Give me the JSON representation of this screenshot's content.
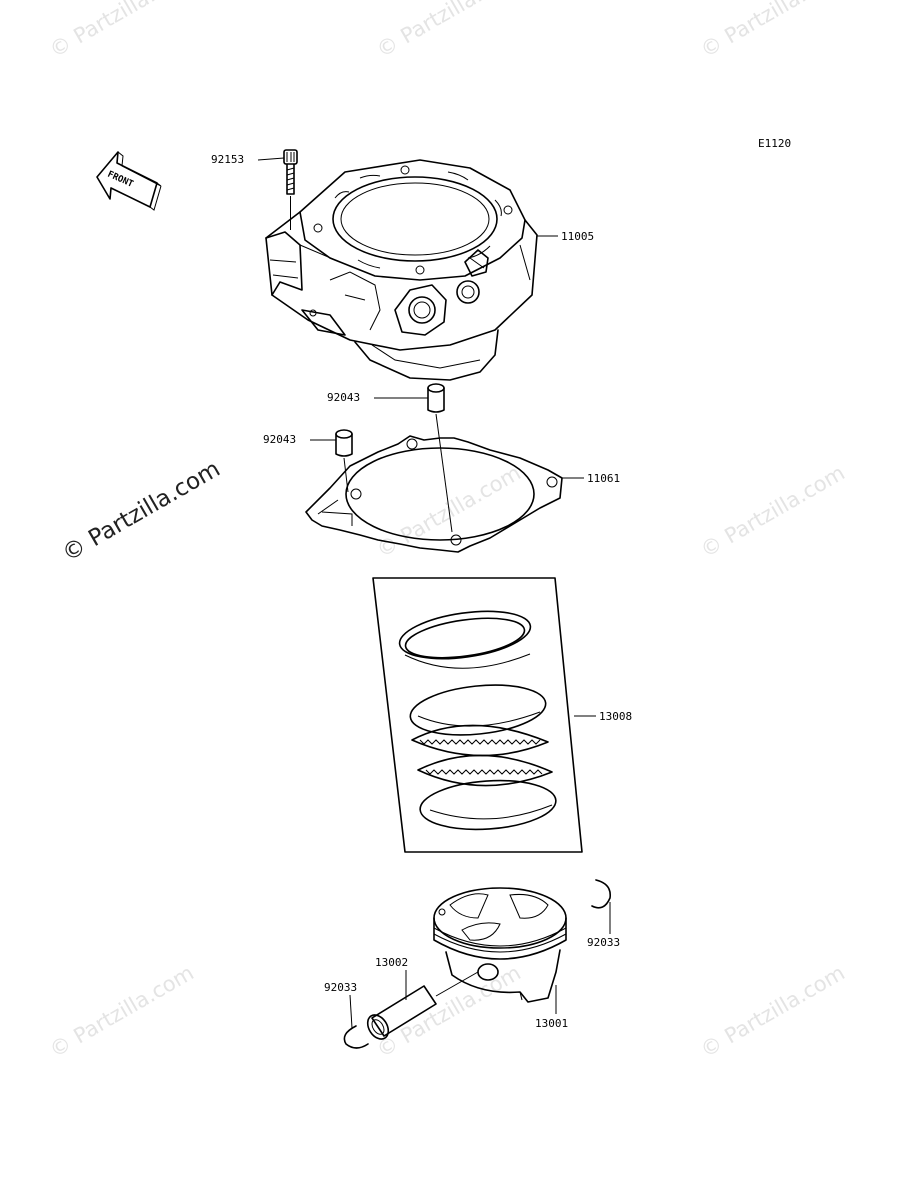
{
  "diagram_code": "E1120",
  "front_arrow_label": "FRONT",
  "watermark_text": "© Partzilla.com",
  "main_watermark_text": "© Partzilla.com",
  "parts": [
    {
      "id": "92153",
      "name": "bolt"
    },
    {
      "id": "11005",
      "name": "cylinder"
    },
    {
      "id": "92043",
      "name": "dowel-pin"
    },
    {
      "id": "11061",
      "name": "cylinder-base-gasket"
    },
    {
      "id": "13008",
      "name": "piston-ring-set"
    },
    {
      "id": "92033",
      "name": "piston-pin-clip"
    },
    {
      "id": "13002",
      "name": "piston-pin"
    },
    {
      "id": "13001",
      "name": "piston"
    }
  ],
  "labels": {
    "bolt": "92153",
    "cylinder": "11005",
    "dowel_upper": "92043",
    "dowel_lower": "92043",
    "gasket": "11061",
    "ring_set": "13008",
    "clip_right": "92033",
    "pin": "13002",
    "clip_left": "92033",
    "piston": "13001"
  },
  "colors": {
    "line": "#000000",
    "watermark": "#e4e4e4",
    "background": "#ffffff"
  }
}
